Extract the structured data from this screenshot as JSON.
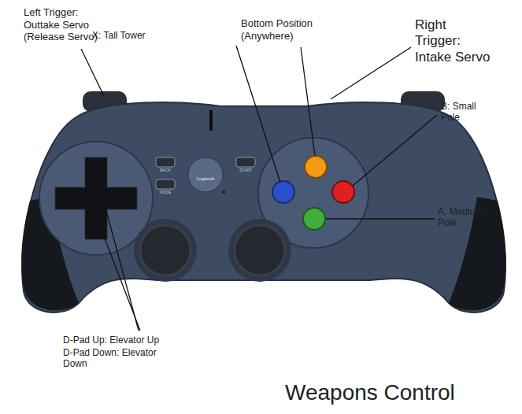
{
  "diagram": {
    "title": "Weapons Control",
    "labels": [
      "Left Trigger: Outtake Servo (Release Servo)",
      "Bottom Position (Anywhere)",
      "X: Tall Tower",
      "Right Trigger: Intake Servo",
      "B: Small Pole",
      "A: Medium Pole",
      "D-Pad Up: Elevator Up",
      "D-Pad Down: Elevator Down",
      "Logitech",
      "BACK",
      "START",
      "MODE"
    ]
  }
}
